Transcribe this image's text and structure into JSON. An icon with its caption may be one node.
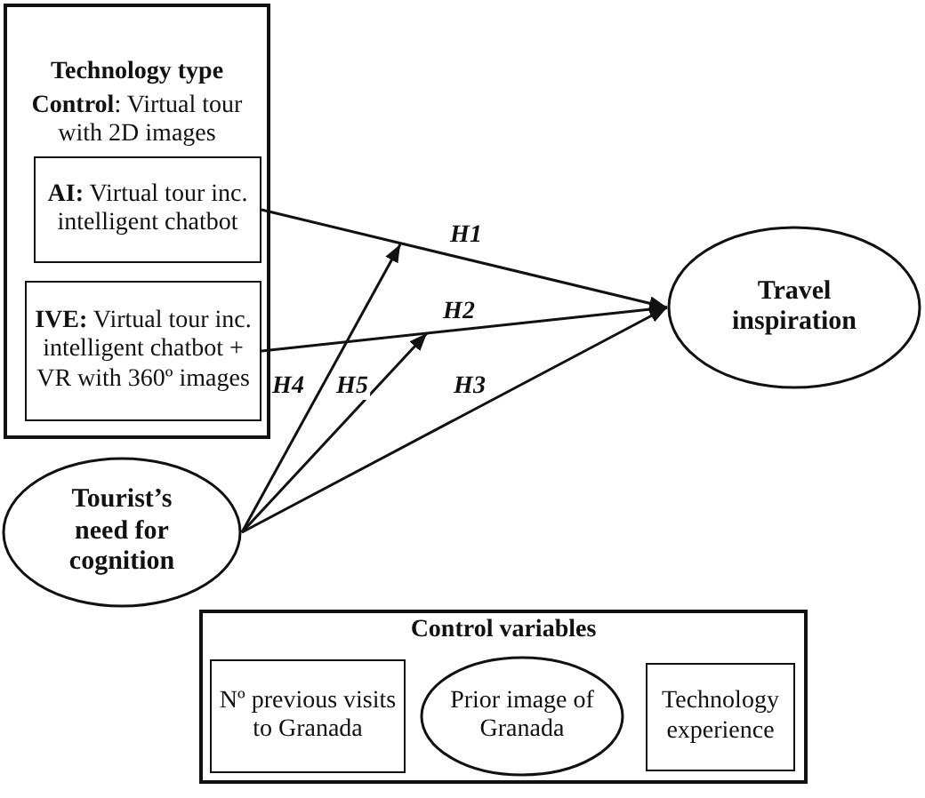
{
  "diagram": {
    "nodes": [
      {
        "text": [
          "Technology type",
          "**Control**: Virtual tour with 2D images"
        ]
      },
      {
        "text": [
          "**AI:** Virtual tour inc. intelligent chatbot"
        ],
        "in": 0
      },
      {
        "text": [
          "**IVE:** Virtual tour inc. intelligent chatbot + VR with 360º images"
        ],
        "in": 0
      },
      {
        "text": [
          "Tourist’s need for cognition"
        ]
      },
      {
        "text": [
          "Travel inspiration"
        ]
      },
      {
        "text": [
          "Control variables"
        ]
      },
      {
        "text": [
          "Nº previous visits to Granada"
        ],
        "in": 5
      },
      {
        "text": [
          "Prior image of Granada"
        ],
        "in": 5
      },
      {
        "text": [
          "Technology experience"
        ],
        "in": 5
      }
    ],
    "edges": [
      {
        "from": 1,
        "to": 4,
        "arrow": "to",
        "label": "H1"
      },
      {
        "from": 2,
        "to": 4,
        "arrow": "to",
        "label": "H2"
      },
      {
        "from": 3,
        "to": 4,
        "arrow": "to",
        "label": "H3"
      },
      {
        "from": 3,
        "to": null,
        "arrow": "to",
        "label": "H4"
      },
      {
        "from": 3,
        "to": null,
        "arrow": "to",
        "label": "H5"
      }
    ]
  }
}
